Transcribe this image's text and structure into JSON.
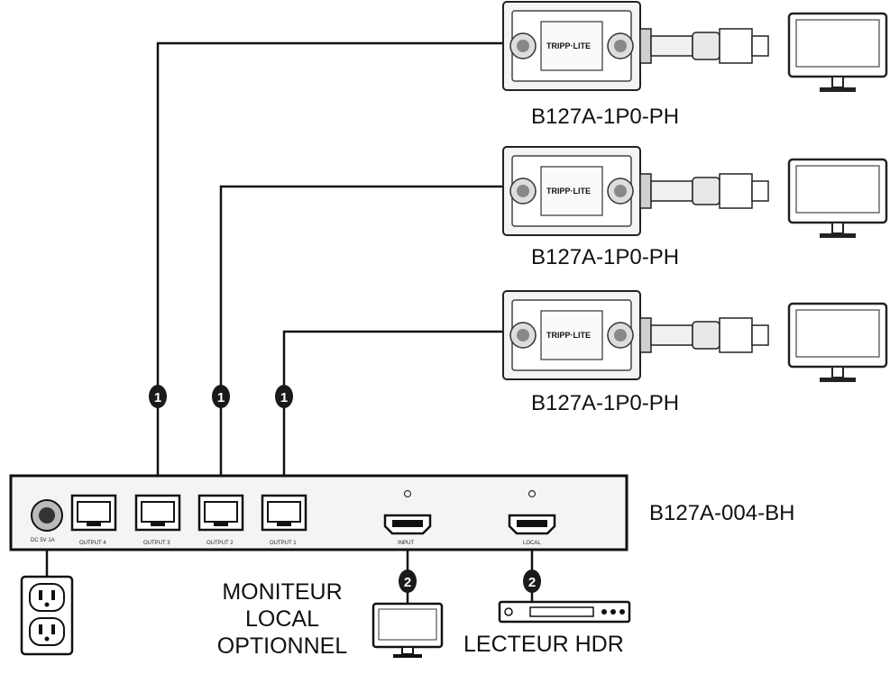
{
  "receivers": [
    {
      "model": "B127A-1P0-PH",
      "brand": "TRIPP·LITE"
    },
    {
      "model": "B127A-1P0-PH",
      "brand": "TRIPP·LITE"
    },
    {
      "model": "B127A-1P0-PH",
      "brand": "TRIPP·LITE"
    }
  ],
  "transmitter": {
    "model": "B127A-004-BH",
    "power_label": "DC 5V 1A",
    "ports": [
      "OUTPUT 4",
      "OUTPUT 3",
      "OUTPUT 2",
      "OUTPUT 1"
    ],
    "input_label": "INPUT",
    "local_label": "LOCAL"
  },
  "callouts": {
    "cat_cable": "1",
    "hdmi_cable": "2"
  },
  "local_monitor_label": [
    "MONITEUR",
    "LOCAL",
    "OPTIONNEL"
  ],
  "hdr_player_label": "LECTEUR HDR",
  "colors": {
    "line": "#111111",
    "device_fill": "#f4f4f4",
    "callout": "#1a1a1a"
  }
}
